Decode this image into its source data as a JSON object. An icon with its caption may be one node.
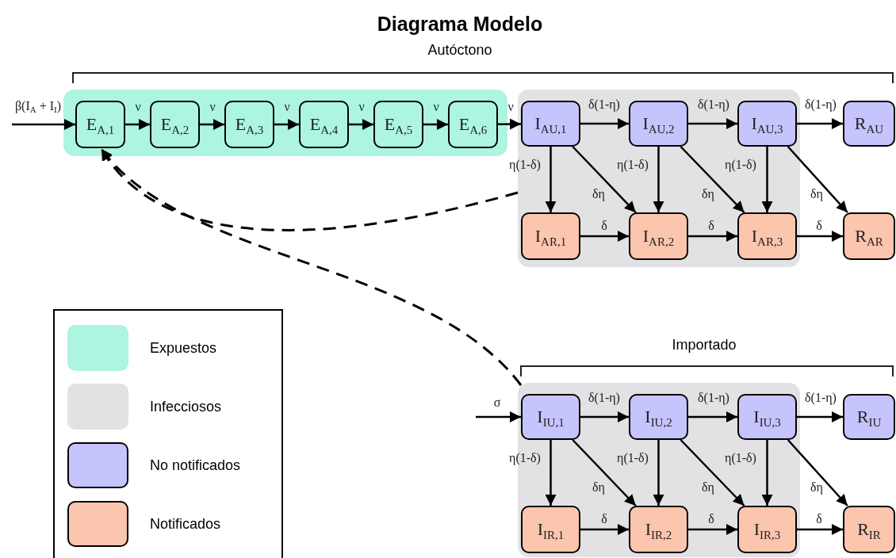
{
  "diagram": {
    "title": "Diagrama Modelo",
    "nodes": [
      {
        "text": [],
        "shape": "box"
      },
      {
        "text": [
          "E$_{A,1}$"
        ],
        "in": 0
      },
      {
        "text": [
          "E$_{A,2}$"
        ],
        "in": 0
      },
      {
        "text": [
          "E$_{A,3}$"
        ],
        "in": 0
      },
      {
        "text": [
          "E$_{A,4}$"
        ],
        "in": 0
      },
      {
        "text": [
          "E$_{A,5}$"
        ],
        "in": 0
      },
      {
        "text": [
          "E$_{A,6}$"
        ],
        "in": 0
      },
      {
        "text": [],
        "shape": "box"
      },
      {
        "text": [
          "I$_{AU,1}$"
        ],
        "in": 7
      },
      {
        "text": [
          "I$_{AU,2}$"
        ],
        "in": 7
      },
      {
        "text": [
          "I$_{AU,3}$"
        ],
        "in": 7
      },
      {
        "text": [
          "R$_{AU}$"
        ]
      },
      {
        "text": [
          "I$_{AR,1}$"
        ],
        "in": 7
      },
      {
        "text": [
          "I$_{AR,2}$"
        ],
        "in": 7
      },
      {
        "text": [
          "I$_{AR,3}$"
        ],
        "in": 7
      },
      {
        "text": [
          "R$_{AR}$"
        ]
      },
      {
        "text": [],
        "shape": "box"
      },
      {
        "text": [
          "I$_{IU,1}$"
        ],
        "in": 16
      },
      {
        "text": [
          "I$_{IU,2}$"
        ],
        "in": 16
      },
      {
        "text": [
          "I$_{IU,3}$"
        ],
        "in": 16
      },
      {
        "text": [
          "R$_{IU}$"
        ]
      },
      {
        "text": [
          "I$_{IR,1}$"
        ],
        "in": 16
      },
      {
        "text": [
          "I$_{IR,2}$"
        ],
        "in": 16
      },
      {
        "text": [
          "I$_{IR,3}$"
        ],
        "in": 16
      },
      {
        "text": [
          "R$_{IR}$"
        ]
      }
    ],
    "edges": [
      {
        "from": null,
        "to": 1,
        "arrow": "to",
        "label": "β(I$_{A}$ + I$_{I}$)"
      },
      {
        "from": 1,
        "to": 2,
        "arrow": "to",
        "label": "ν"
      },
      {
        "from": 2,
        "to": 3,
        "arrow": "to",
        "label": "ν"
      },
      {
        "from": 3,
        "to": 4,
        "arrow": "to",
        "label": "ν"
      },
      {
        "from": 4,
        "to": 5,
        "arrow": "to",
        "label": "ν"
      },
      {
        "from": 5,
        "to": 6,
        "arrow": "to",
        "label": "ν"
      },
      {
        "from": 6,
        "to": 8,
        "arrow": "to",
        "label": "ν"
      },
      {
        "from": 8,
        "to": 9,
        "arrow": "to",
        "label": "δ(1-η)"
      },
      {
        "from": 9,
        "to": 10,
        "arrow": "to",
        "label": "δ(1-η)"
      },
      {
        "from": 10,
        "to": 11,
        "arrow": "to",
        "label": "δ(1-η)"
      },
      {
        "from": 8,
        "to": 12,
        "arrow": "to",
        "label": "η(1-δ)"
      },
      {
        "from": 9,
        "to": 13,
        "arrow": "to",
        "label": "η(1-δ)"
      },
      {
        "from": 10,
        "to": 14,
        "arrow": "to",
        "label": "η(1-δ)"
      },
      {
        "from": 8,
        "to": 13,
        "arrow": "to",
        "label": "δη"
      },
      {
        "from": 9,
        "to": 14,
        "arrow": "to",
        "label": "δη"
      },
      {
        "from": 10,
        "to": 15,
        "arrow": "to",
        "label": "δη"
      },
      {
        "from": 12,
        "to": 13,
        "arrow": "to",
        "label": "δ"
      },
      {
        "from": 13,
        "to": 14,
        "arrow": "to",
        "label": "δ"
      },
      {
        "from": 14,
        "to": 15,
        "arrow": "to",
        "label": "δ"
      },
      {
        "from": 7,
        "to": 1,
        "arrow": "to",
        "style": "dashed"
      },
      {
        "from": 16,
        "to": 1,
        "arrow": "to",
        "style": "dashed"
      },
      {
        "from": null,
        "to": 17,
        "arrow": "to",
        "label": "σ"
      },
      {
        "from": 17,
        "to": 18,
        "arrow": "to",
        "label": "δ(1-η)"
      },
      {
        "from": 18,
        "to": 19,
        "arrow": "to",
        "label": "δ(1-η)"
      },
      {
        "from": 19,
        "to": 20,
        "arrow": "to",
        "label": "δ(1-η)"
      },
      {
        "from": 17,
        "to": 21,
        "arrow": "to",
        "label": "η(1-δ)"
      },
      {
        "from": 18,
        "to": 22,
        "arrow": "to",
        "label": "η(1-δ)"
      },
      {
        "from": 19,
        "to": 23,
        "arrow": "to",
        "label": "η(1-δ)"
      },
      {
        "from": 17,
        "to": 22,
        "arrow": "to",
        "label": "δη"
      },
      {
        "from": 18,
        "to": 23,
        "arrow": "to",
        "label": "δη"
      },
      {
        "from": 19,
        "to": 24,
        "arrow": "to",
        "label": "δη"
      },
      {
        "from": 21,
        "to": 22,
        "arrow": "to",
        "label": "δ"
      },
      {
        "from": 22,
        "to": 23,
        "arrow": "to",
        "label": "δ"
      },
      {
        "from": 23,
        "to": 24,
        "arrow": "to",
        "label": "δ"
      }
    ],
    "labels": [
      "Autóctono",
      "Importado"
    ],
    "legend": [
      {
        "text": "Expuestos",
        "color": "#adf5e0"
      },
      {
        "text": "Infecciosos",
        "color": "#e2e2e4"
      },
      {
        "text": "No notificados",
        "color": "#c6c4fc"
      },
      {
        "text": "Notificados",
        "color": "#fcc5ae"
      }
    ]
  }
}
